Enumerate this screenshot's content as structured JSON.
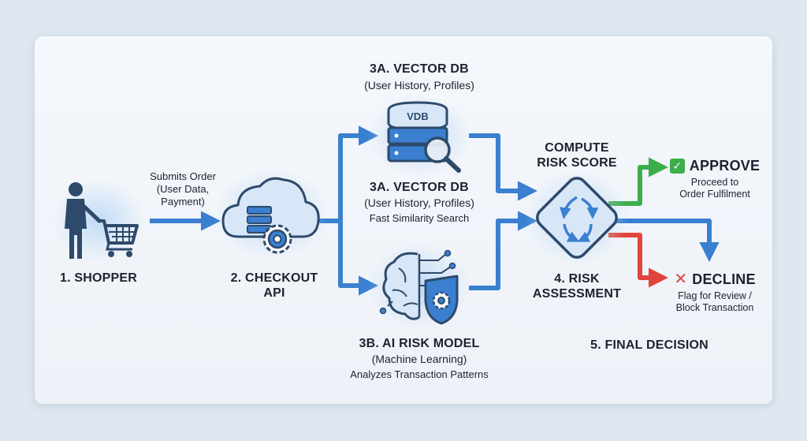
{
  "nodes": {
    "shopper": {
      "label": "1. SHOPPER"
    },
    "submit_edge": {
      "line1": "Submits Order",
      "line2": "(User Data,",
      "line3": "Payment)"
    },
    "checkout": {
      "line1": "2. CHECKOUT",
      "line2": "API"
    },
    "vector_top": {
      "title": "3A. VECTOR DB",
      "subtitle": "(User History, Profiles)"
    },
    "vector_icon_text": "VDB",
    "vector_mid": {
      "title": "3A. VECTOR DB",
      "subtitle": "(User History, Profiles)",
      "detail": "Fast Similarity Search"
    },
    "ai_model": {
      "title": "3B. AI RISK MODEL",
      "subtitle": "(Machine Learning)",
      "detail": "Analyzes Transaction Patterns"
    },
    "compute": {
      "line1": "COMPUTE",
      "line2": "RISK SCORE"
    },
    "assessment": {
      "line1": "4. RISK",
      "line2": "ASSESSMENT"
    },
    "approve": {
      "icon": "✅",
      "label": "APPROVE",
      "detail1": "Proceed to",
      "detail2": "Order Fulfilment"
    },
    "decline": {
      "icon": "✕",
      "label": "DECLINE",
      "detail1": "Flag for Review /",
      "detail2": "Block Transaction"
    },
    "final": {
      "label": "5. FINAL DECISION"
    }
  },
  "colors": {
    "arrow_blue": "#3a7fd0",
    "approve_green": "#3cae4c",
    "decline_red": "#e0453d",
    "icon_navy": "#2e4a6b",
    "icon_fill": "#cfe1f5"
  }
}
